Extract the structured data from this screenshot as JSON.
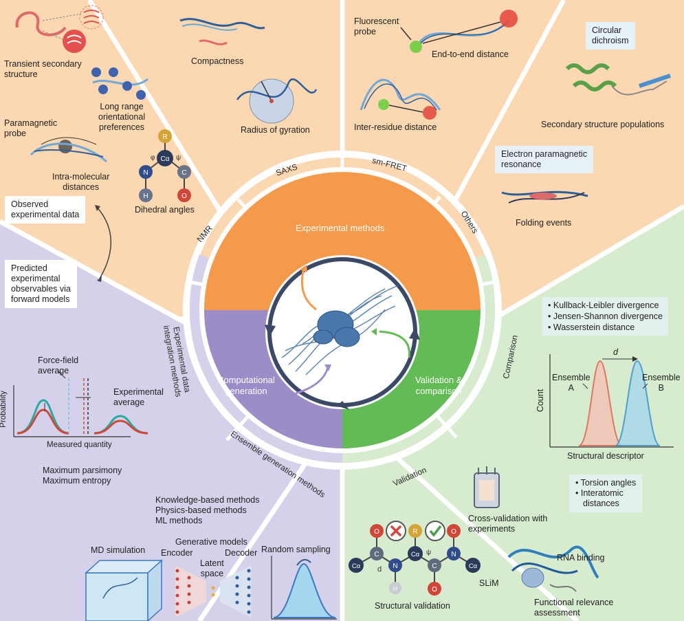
{
  "center": {
    "experimental": "Experimental methods",
    "computational": [
      "Computational",
      "generation"
    ],
    "validation": [
      "Validation &",
      "comparison"
    ]
  },
  "ring": {
    "nmr": "NMR",
    "saxs": "SAXS",
    "smfret": "sm-FRET",
    "others": "Others",
    "integration": [
      "Experimental data",
      "integration methods"
    ],
    "ensemble_gen": "Ensemble generation methods",
    "comparison": "Comparison",
    "validation": "Validation"
  },
  "nmr": {
    "transient": [
      "Transient secondary",
      "structure"
    ],
    "long_range": [
      "Long range",
      "orientational",
      "preferences"
    ],
    "paramagnetic": [
      "Paramagnetic",
      "probe"
    ],
    "intra": [
      "Intra-molecular",
      "distances"
    ],
    "dihedral": "Dihedral angles",
    "atoms": {
      "r": "R",
      "ca": "Cα",
      "n": "N",
      "c": "C",
      "h": "H",
      "o": "O",
      "phi": "φ",
      "psi": "ψ"
    }
  },
  "saxs": {
    "compactness": "Compactness",
    "radius": "Radius of gyration"
  },
  "fret": {
    "fluorescent": [
      "Fluorescent",
      "probe"
    ],
    "end_to_end": "End-to-end distance",
    "inter_residue": "Inter-residue distance"
  },
  "others": {
    "circular": [
      "Circular",
      "dichroism"
    ],
    "secondary_pop": "Secondary structure populations",
    "epr": [
      "Electron paramagnetic",
      "resonance"
    ],
    "folding": "Folding events"
  },
  "integration": {
    "observed": [
      "Observed",
      "experimental data"
    ],
    "predicted": [
      "Predicted",
      "experimental",
      "observables via",
      "forward models"
    ],
    "ff_average": [
      "Force-field",
      "average"
    ],
    "exp_average": [
      "Experimental",
      "average"
    ],
    "probability": "Probability",
    "measured": "Measured quantity",
    "max": [
      "Maximum parsimony",
      "Maximum entropy"
    ]
  },
  "ensemble": {
    "methods": [
      "Knowledge-based methods",
      "Physics-based methods",
      "ML methods"
    ],
    "generative": "Generative models",
    "encoder": "Encoder",
    "decoder": "Decoder",
    "latent": [
      "Latent",
      "space"
    ],
    "md": "MD simulation",
    "random": "Random sampling"
  },
  "comparison": {
    "divergences": [
      "Kullback-Leibler divergence",
      "Jensen-Shannon divergence",
      "Wasserstein distance"
    ],
    "ensemble_a": [
      "Ensemble",
      "A"
    ],
    "ensemble_b": [
      "Ensemble",
      "B"
    ],
    "d": "d",
    "count": "Count",
    "descriptor": "Structural descriptor",
    "descriptors": [
      "Torsion angles",
      "Interatomic",
      "distances"
    ]
  },
  "validation": {
    "cross": [
      "Cross-validation with",
      "experiments"
    ],
    "structural": "Structural validation",
    "functional": [
      "Functional relevance",
      "assessment"
    ],
    "rna": "RNA binding",
    "slim": "SLiM",
    "atoms": {
      "ca": "Cα",
      "o": "O",
      "c": "C",
      "n": "N",
      "h": "H",
      "r": "R",
      "d": "d",
      "psi": "ψ"
    }
  },
  "colors": {
    "peach": "#fbd7b2",
    "lavender": "#d5d1ea",
    "green_bg": "#d7ebcf",
    "orange": "#f59a4a",
    "purple": "#9c8cc8",
    "green": "#62bb55",
    "dark_ring": "#3c4966"
  }
}
